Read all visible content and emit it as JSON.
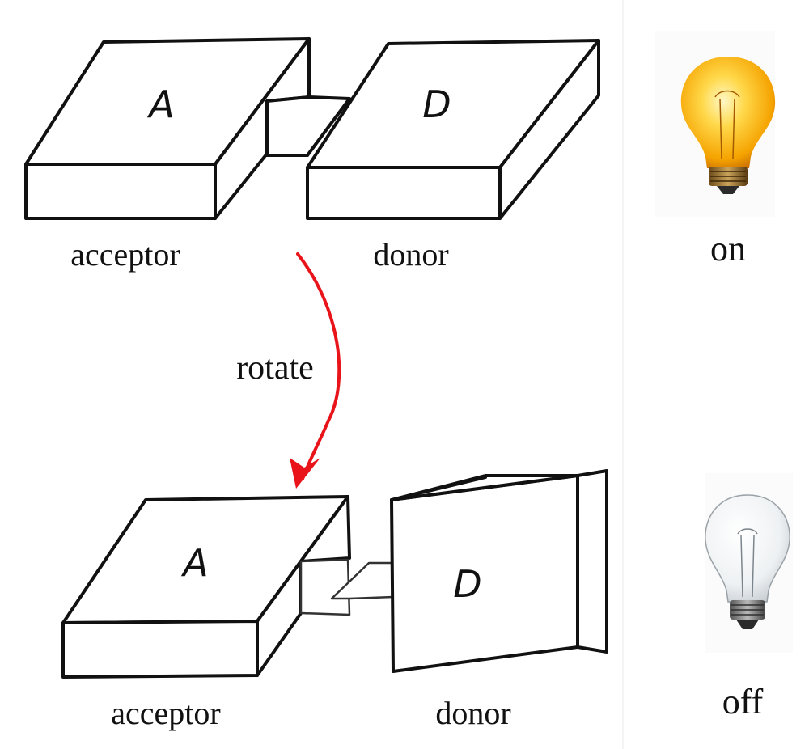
{
  "top_state": {
    "acceptor_letter": "A",
    "donor_letter": "D",
    "acceptor_label": "acceptor",
    "donor_label": "donor",
    "light_state": "on",
    "bulb_icon": "lit-bulb-icon"
  },
  "rotate_label": "rotate",
  "bottom_state": {
    "acceptor_letter": "A",
    "donor_letter": "D",
    "acceptor_label": "acceptor",
    "donor_label": "donor",
    "light_state": "off",
    "bulb_icon": "unlit-bulb-icon"
  },
  "colors": {
    "arrow": "#e8141a",
    "lit_bulb_glass": "#f5b400",
    "unlit_bulb_glass": "#e9ecef"
  }
}
